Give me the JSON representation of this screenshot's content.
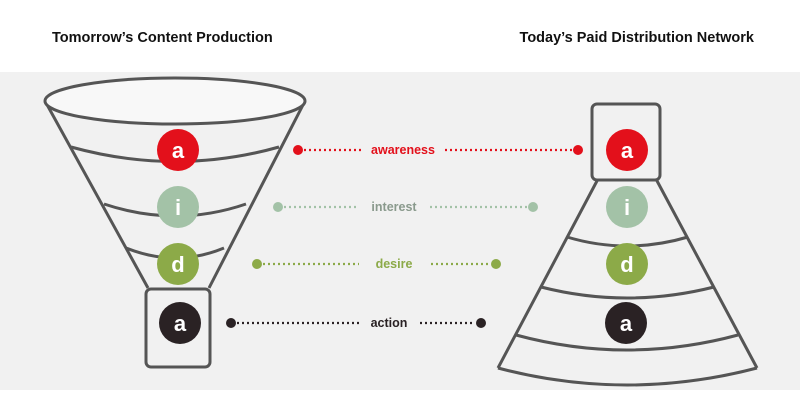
{
  "titles": {
    "left": "Tomorrow’s Content Production",
    "right": "Today’s Paid Distribution Network"
  },
  "stages": [
    {
      "key": "awareness",
      "letter": "a",
      "label": "awareness",
      "color": "#e3101b"
    },
    {
      "key": "interest",
      "letter": "i",
      "label": "interest",
      "color": "#a3c2a7"
    },
    {
      "key": "desire",
      "letter": "d",
      "label": "desire",
      "color": "#8caa48"
    },
    {
      "key": "action",
      "letter": "a",
      "label": "action",
      "color": "#2a2224"
    }
  ],
  "colors": {
    "outline": "#555555",
    "band": "#f1f1f1",
    "letter_text": "#ffffff",
    "interest_label": "#8a9a8d"
  }
}
